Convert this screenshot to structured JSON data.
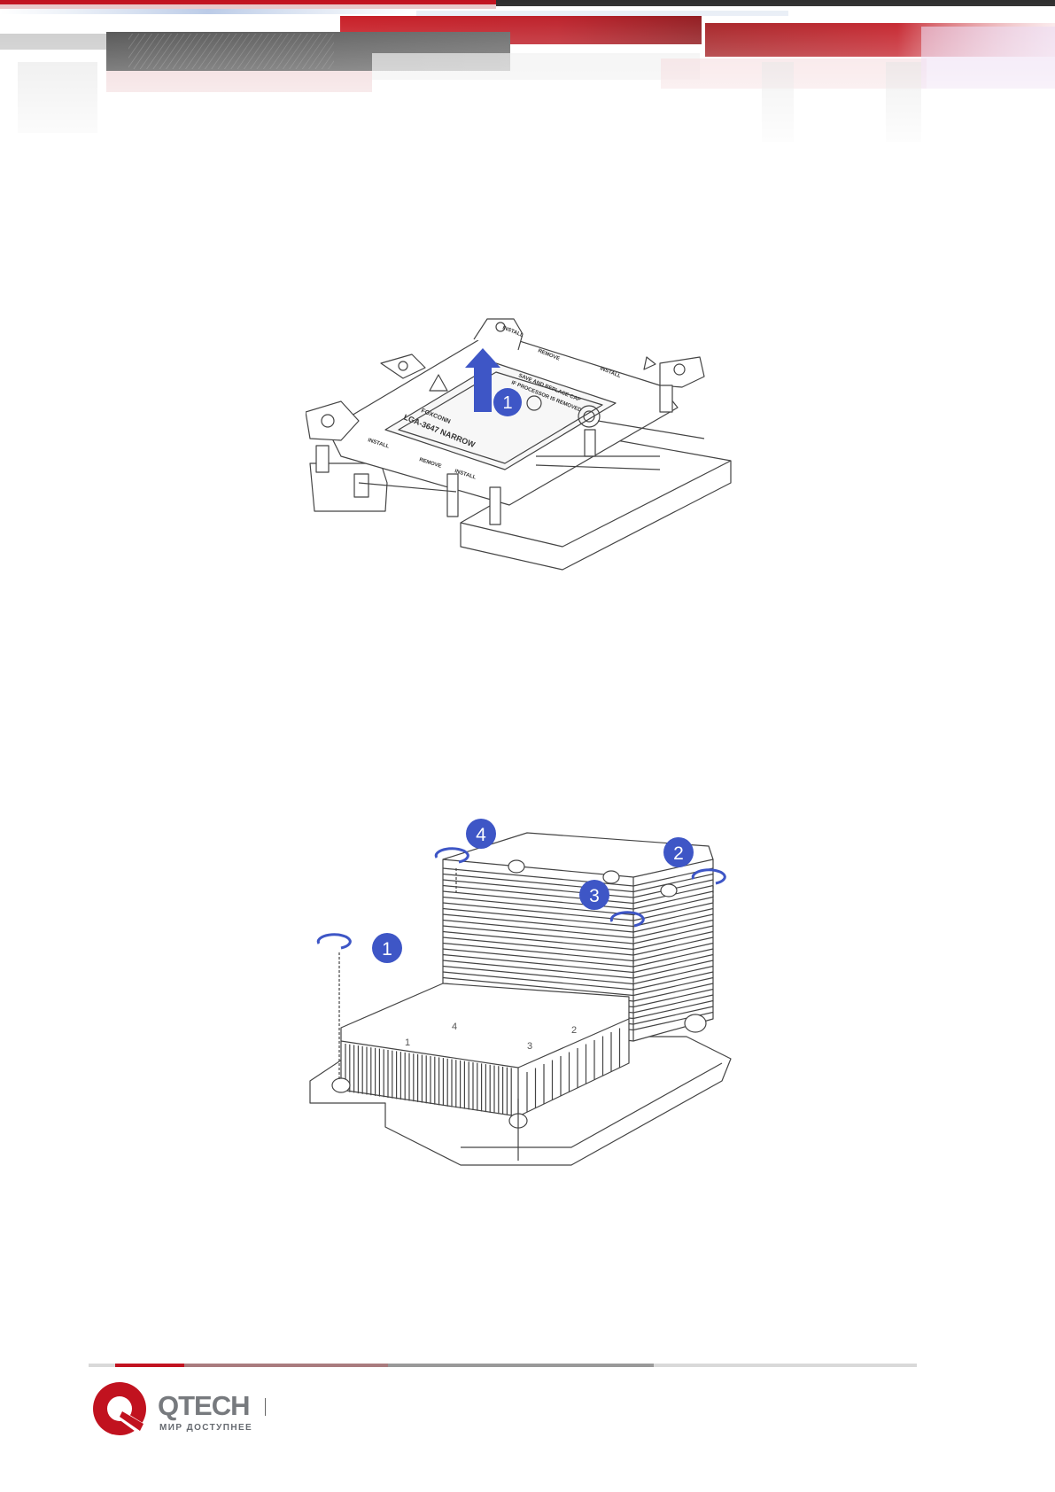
{
  "header": {
    "colors": {
      "primary_red": "#c1121f",
      "dark_red": "#8b0000",
      "charcoal": "#3a3a3a",
      "light_gray": "#d9d9d9"
    }
  },
  "figure1": {
    "step_label": "1",
    "arrow_icon": "up-arrow-icon",
    "plate_text": {
      "title": "LGA-3647 NARROW",
      "maker": "FOXCONN",
      "warning_line1": "SAVE AND REPLACE CAP",
      "warning_line2": "IF PROCESSOR IS REMOVED",
      "install_top": "INSTALL",
      "remove_top": "REMOVE",
      "install_right": "INSTALL",
      "install_left": "INSTALL",
      "remove_bottom": "REMOVE",
      "install_bottom": "INSTALL"
    },
    "step_color": "#3e56c6"
  },
  "figure2": {
    "steps": [
      "1",
      "2",
      "3",
      "4"
    ],
    "rotate_icon": "counter-clockwise-rotate-icon",
    "heatsink_marks": [
      "1",
      "2",
      "3",
      "4"
    ],
    "step_color": "#3e56c6"
  },
  "footer": {
    "brand": "QTECH",
    "tagline": "МИР ДОСТУПНЕЕ",
    "logo_color": "#c1121f"
  }
}
